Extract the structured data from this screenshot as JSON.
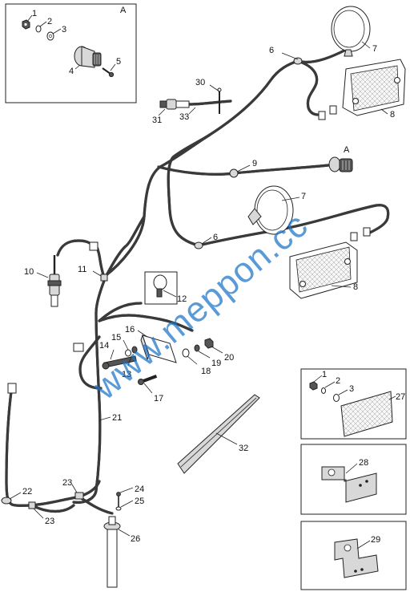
{
  "diagram": {
    "inset_label": "A",
    "connector_label": "A",
    "watermark": "www.meppon.cc",
    "callouts": {
      "inset_a": [
        "1",
        "2",
        "3",
        "4",
        "5"
      ],
      "main": [
        "6",
        "7",
        "8",
        "30",
        "31",
        "33",
        "9",
        "6",
        "7",
        "8",
        "10",
        "11",
        "12",
        "16",
        "15",
        "14",
        "13",
        "20",
        "19",
        "18",
        "17",
        "21",
        "32",
        "22",
        "23",
        "23",
        "24",
        "25",
        "26"
      ],
      "inset_b": [
        "1",
        "2",
        "3",
        "27"
      ],
      "inset_c": [
        "28"
      ],
      "inset_d": [
        "29"
      ]
    }
  }
}
